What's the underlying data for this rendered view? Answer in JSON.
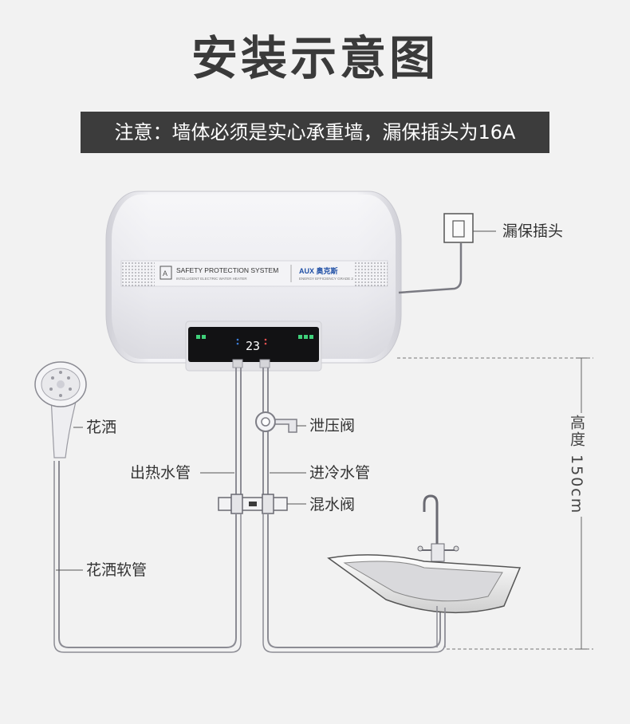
{
  "title": "安装示意图",
  "notice": "注意：墙体必须是实心承重墙，漏保插头为16A",
  "heater": {
    "system_text": "SAFETY PROTECTION SYSTEM",
    "system_sub": "INTELLIGENT ELECTRIC WATER HEATER",
    "brand": "AUX 奥克斯",
    "brand_sub": "ENERGY EFFICIENCY GRADE 2",
    "display_value": "23"
  },
  "labels": {
    "plug": "漏保插头",
    "shower_head": "花洒",
    "pressure_valve": "泄压阀",
    "hot_pipe": "出热水管",
    "cold_pipe": "进冷水管",
    "mixing_valve": "混水阀",
    "shower_hose": "花洒软管",
    "height": "高度 150cm"
  }
}
